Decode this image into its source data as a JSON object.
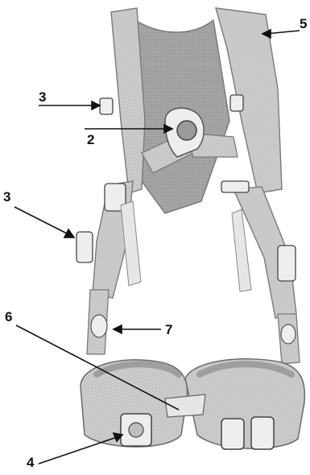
{
  "callouts": [
    {
      "id": "c5-top",
      "number": "5"
    },
    {
      "id": "c3-upper",
      "number": "3"
    },
    {
      "id": "c2",
      "number": "2"
    },
    {
      "id": "c3-lower",
      "number": "3"
    },
    {
      "id": "c6",
      "number": "6"
    },
    {
      "id": "c7",
      "number": "7"
    },
    {
      "id": "c4",
      "number": "4"
    }
  ],
  "colors": {
    "webbing_fill": "#d6d6d6",
    "webbing_stroke": "#7a7a7a",
    "back_pad_fill": "#9a9a9a",
    "hardware_fill": "#eeeeee",
    "leader_line": "#111111"
  }
}
